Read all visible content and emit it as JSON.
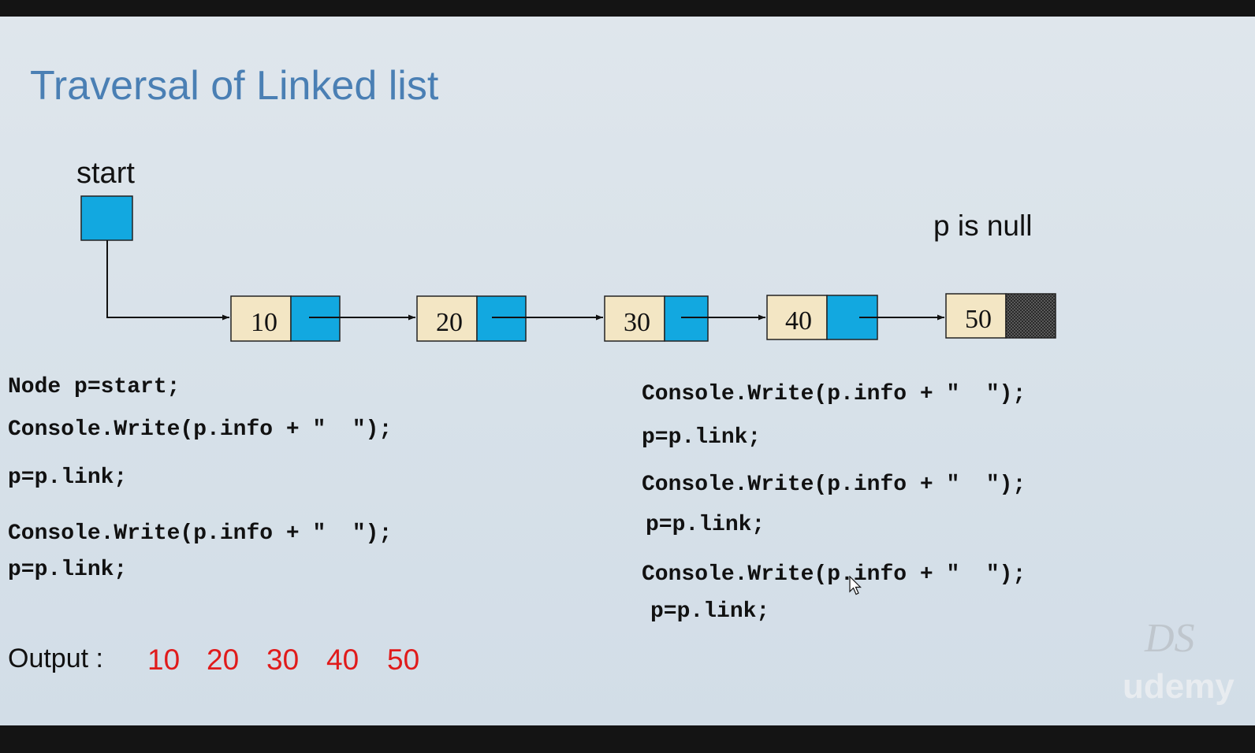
{
  "slide": {
    "title": "Traversal of Linked list",
    "start_label": "start",
    "null_label": "p is null"
  },
  "nodes": [
    {
      "info": "10"
    },
    {
      "info": "20"
    },
    {
      "info": "30"
    },
    {
      "info": "40"
    },
    {
      "info": "50"
    }
  ],
  "code_left": [
    "Node p=start;",
    "Console.Write(p.info + \"  \");",
    "p=p.link;",
    "Console.Write(p.info + \"  \");",
    "p=p.link;"
  ],
  "code_right": [
    "Console.Write(p.info + \"  \");",
    "p=p.link;",
    "Console.Write(p.info + \"  \");",
    "p=p.link;",
    "Console.Write(p.info + \"  \");",
    "p=p.link;"
  ],
  "output": {
    "label": "Output :",
    "values": [
      "10",
      "20",
      "30",
      "40",
      "50"
    ]
  },
  "watermark": {
    "logo": "DS",
    "brand": "udemy"
  },
  "colors": {
    "title": "#4a7fb4",
    "info_box": "#f3e6c4",
    "link_box": "#12a8e0",
    "output_values": "#e01b1b"
  }
}
